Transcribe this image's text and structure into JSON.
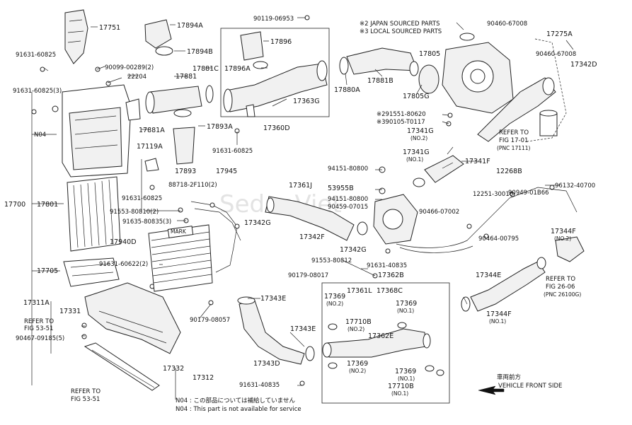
{
  "header": {
    "japan_note": "※2 JAPAN SOURCED PARTS",
    "local_note": "※3 LOCAL SOURCED PARTS"
  },
  "footer": {
    "note_jp": "N04 : この部品については補給していません",
    "note_en": "N04 : This part is not available for service",
    "front_jp": "車両前方",
    "front_en": "VEHICLE FRONT SIDE"
  },
  "watermark": "SedanViet",
  "labels": {
    "p17751": "17751",
    "p91631_60825_a": "91631-60825",
    "p90099_00289": "90099-00289(2)",
    "p22204": "22204",
    "p91631_60825_3": "91631-60825(3)",
    "pN04": "N04",
    "p17700": "17700",
    "p17801": "17801",
    "p17705": "17705",
    "p17311A": "17311A",
    "p17331": "17331",
    "refer_53_a1": "REFER TO",
    "refer_53_a2": "FIG 53-51",
    "p90467_09185": "90467-09185(5)",
    "p17332": "17332",
    "p17312": "17312",
    "refer_53_b1": "REFER TO",
    "refer_53_b2": "FIG 53-51",
    "p17894A": "17894A",
    "p17894B": "17894B",
    "p17881": "17881",
    "p17881C": "17881C",
    "p17881A": "17881A",
    "p17893A": "17893A",
    "p17119A": "17119A",
    "p17893": "17893",
    "p91631_60825_b": "91631-60825",
    "p91631_60825_c": "91631-60825",
    "p90119_06953": "90119-06953",
    "p17896": "17896",
    "p17896A": "17896A",
    "p17363G": "17363G",
    "p17360D": "17360D",
    "p17945": "17945",
    "p88718": "88718-2F110(2)",
    "p91553_80810_2": "91553-80810(2)",
    "p91635_80835_3": "91635-80835(3)",
    "mark": "MARK",
    "p17940D": "17940D",
    "p91631_60622": "91631-60622(2)",
    "p90179_08057": "90179-08057",
    "p17343E_a": "17343E",
    "p17343E_b": "17343E",
    "p17343D": "17343D",
    "p91631_40835_a": "91631-40835",
    "p90460_67008_a": "90460-67008",
    "p17275A": "17275A",
    "p90460_67008_b": "90460-67008",
    "p17342D": "17342D",
    "p17880A": "17880A",
    "p17881B": "17881B",
    "p17805": "17805",
    "p17805G": "17805G",
    "p291551": "※291551-80620",
    "p390105": "※390105-T0117",
    "p17341G_2": "17341G",
    "p17341G_2n": "(NO.2)",
    "refer_17_1": "REFER TO",
    "refer_17_2": "FIG 17-01",
    "refer_17_3": "(PNC 17111)",
    "p17341G_1": "17341G",
    "p17341G_1n": "(NO.1)",
    "p17341F": "17341F",
    "p12268B": "12268B",
    "p12251_30010": "12251-30010",
    "p90949_01B66": "90949-01B66",
    "p96132_40700": "96132-40700",
    "p94151_80800_a": "94151-80800",
    "p17361J": "17361J",
    "p53955B": "53955B",
    "p94151_80800_b": "94151-80800",
    "p90459_07015": "90459-07015",
    "p17342G": "17342G",
    "p17342F": "17342F",
    "p90466_07002": "90466-07002",
    "p90464_00795": "90464-00795",
    "p17344F_2": "17344F",
    "p17344F_2n": "(NO.2)",
    "p17342G_b": "17342G",
    "p91553_80812": "91553-80812",
    "p91631_40835_b": "91631-40835",
    "refer_26_1": "REFER TO",
    "refer_26_2": "FIG 26-06",
    "refer_26_3": "(PNC 26100G)",
    "p17344E": "17344E",
    "p90179_08017": "90179-08017",
    "p17362B": "17362B",
    "p17369_a": "17369",
    "p17369_an": "(NO.2)",
    "p17361L": "17361L",
    "p17368C": "17368C",
    "p17369_b": "17369",
    "p17369_bn": "(NO.1)",
    "p17344F_1": "17344F",
    "p17344F_1n": "(NO.1)",
    "p17710B_a": "17710B",
    "p17710B_an": "(NO.2)",
    "p17362E": "17362E",
    "p17369_c": "17369",
    "p17369_cn": "(NO.2)",
    "p17369_d": "17369",
    "p17369_dn": "(NO.1)",
    "p17710B_b": "17710B",
    "p17710B_bn": "(NO.1)"
  }
}
